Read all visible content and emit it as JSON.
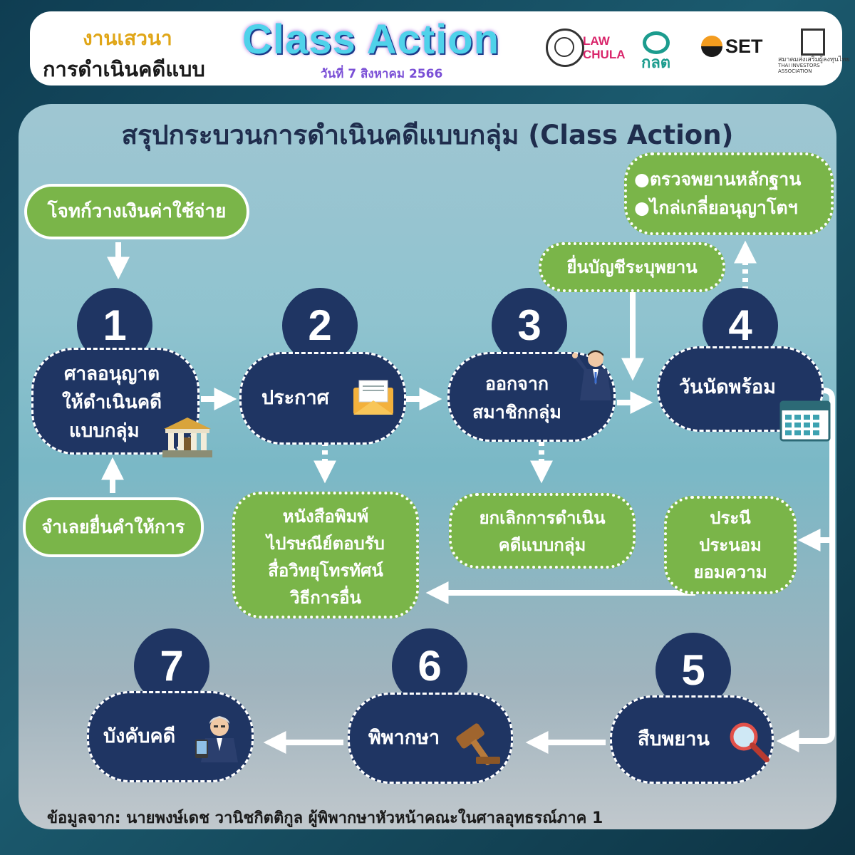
{
  "header": {
    "event_line1": "งานเสวนา",
    "event_line2": "การดำเนินคดีแบบ",
    "title": "Class Action",
    "date": "วันที่ 7 สิงหาคม 2566",
    "logos": {
      "law_line1": "LAW",
      "law_line2": "CHULA",
      "sec": "กลต",
      "set": "SET",
      "tia_th": "สมาคมส่งเสริมผู้ลงทุนไทย",
      "tia_en": "THAI INVESTORS ASSOCIATION"
    }
  },
  "diagram": {
    "title": "สรุปกระบวนการดำเนินคดีแบบกลุ่ม (Class Action)",
    "notes": {
      "plaintiff_deposit": "โจทก์วางเงินค่าใช้จ่าย",
      "defendant_answer": "จำเลยยื่นคำให้การ",
      "evidence_mediation": [
        "●ตรวจพยานหลักฐาน",
        "●ไกล่เกลี่ยอนุญาโตฯ"
      ],
      "witness_list": "ยื่นบัญชีระบุพยาน",
      "announcement_channels": [
        "หนังสือพิมพ์",
        "ไปรษณีย์ตอบรับ",
        "สื่อวิทยุโทรทัศน์",
        "วิธีการอื่น"
      ],
      "cancel_class_action": [
        "ยกเลิกการดำเนิน",
        "คดีแบบกลุ่ม"
      ],
      "compromise": [
        "ประนี",
        "ประนอม",
        "ยอมความ"
      ]
    },
    "steps": [
      {
        "number": "1",
        "lines": [
          "ศาลอนุญาต",
          "ให้ดำเนินคดี",
          "แบบกลุ่ม"
        ],
        "icon": "courthouse-icon"
      },
      {
        "number": "2",
        "lines": [
          "ประกาศ"
        ],
        "icon": "envelope-icon"
      },
      {
        "number": "3",
        "lines": [
          "ออกจาก",
          "สมาชิกกลุ่ม"
        ],
        "icon": "businessman-icon"
      },
      {
        "number": "4",
        "lines": [
          "วันนัดพร้อม"
        ],
        "icon": "calendar-icon"
      },
      {
        "number": "5",
        "lines": [
          "สืบพยาน"
        ],
        "icon": "magnifier-icon"
      },
      {
        "number": "6",
        "lines": [
          "พิพากษา"
        ],
        "icon": "gavel-icon"
      },
      {
        "number": "7",
        "lines": [
          "บังคับคดี"
        ],
        "icon": "judge-icon"
      }
    ]
  },
  "source": "ข้อมูลจาก:   นายพงษ์เดช วานิชกิตติกูล ผู้พิพากษาหัวหน้าคณะในศาลอุทธรณ์ภาค 1",
  "colors": {
    "step_fill": "#1f3563",
    "note_fill": "#7ab549",
    "title_accent": "#4fd2ea",
    "event_gold": "#e0a618",
    "date_purple": "#7a4fd6"
  }
}
